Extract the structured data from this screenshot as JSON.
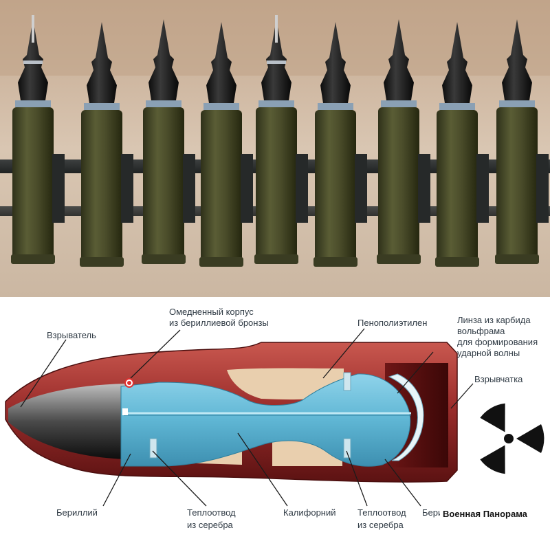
{
  "diagram": {
    "labels": {
      "fuse": "Взрыватель",
      "casing_line1": "Омедненный корпус",
      "casing_line2": "из бериллиевой бронзы",
      "foam": "Пенополиэтилен",
      "lens_line1": "Линза из карбида",
      "lens_line2": "вольфрама",
      "lens_line3": "для формирования",
      "lens_line4": "ударной волны",
      "explosive": "Взрывчатка",
      "beryllium": "Бериллий",
      "heatsink1_line1": "Теплоотвод",
      "heatsink1_line2": "из серебра",
      "californium": "Калифорний",
      "heatsink2_line1": "Теплоотвод",
      "heatsink2_line2": "из серебра",
      "beryllium_right": "Бериллий"
    },
    "watermark": "Военная Панорама"
  },
  "colors": {
    "olive_casing": "#4a4c2a",
    "red_shell": "#9c2e2c",
    "blue_core": "#5fb6d4",
    "foam": "#e9cfae",
    "background_photo": "#d7c4b0"
  },
  "icons": [
    "radiation-trefoil-icon"
  ]
}
